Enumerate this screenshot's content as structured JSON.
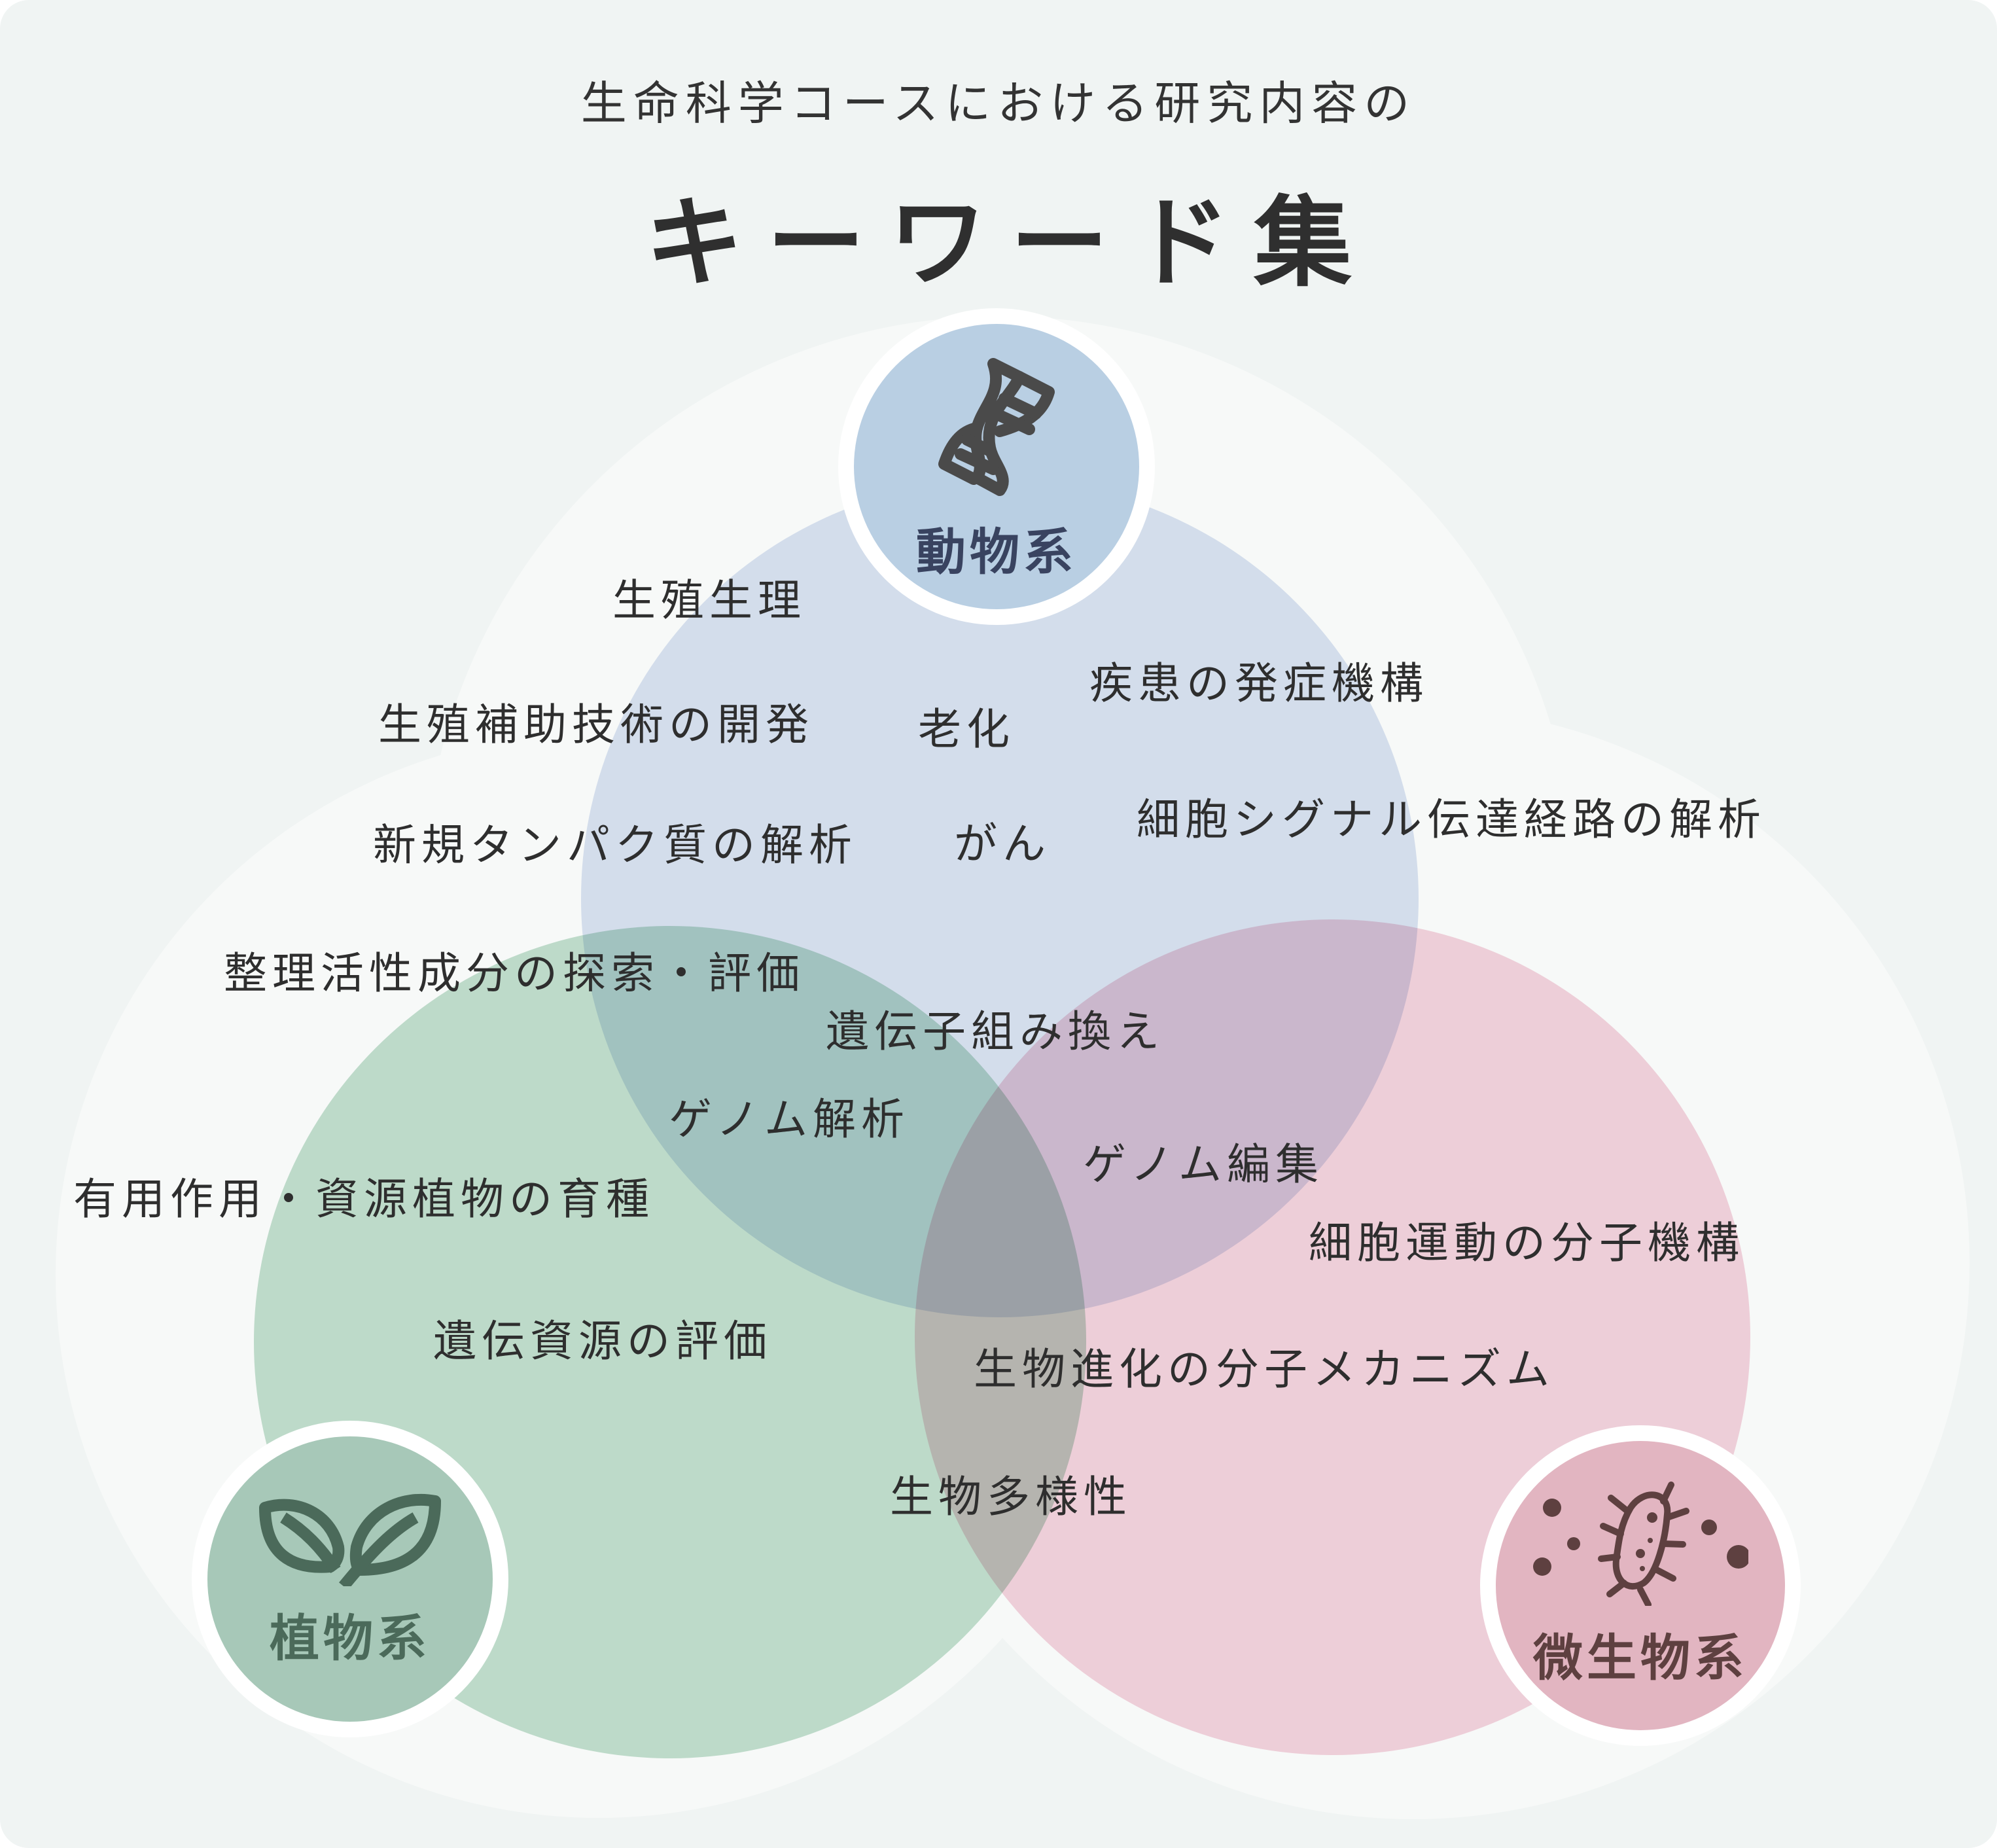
{
  "header": {
    "subtitle": "生命科学コースにおける研究内容の",
    "title": "キーワード集"
  },
  "colors": {
    "background": "#f0f4f3",
    "halo": "#f7f9f8",
    "animal_circle": "#dae3f2",
    "plant_circle": "#c3e0cf",
    "microbe_circle": "#f5d3de",
    "animal_badge": "#b9cfe3",
    "plant_badge": "#a7c8b8",
    "microbe_badge": "#e2b5c1",
    "animal_text": "#394360",
    "plant_text": "#4b6a5a",
    "microbe_text": "#5e4040"
  },
  "categories": {
    "animal": {
      "label": "動物系",
      "icon": "dna-icon"
    },
    "plant": {
      "label": "植物系",
      "icon": "leaves-icon"
    },
    "microbe": {
      "label": "微生物系",
      "icon": "bacteria-icon"
    }
  },
  "keywords": [
    {
      "text": "生殖生理",
      "region": "animal"
    },
    {
      "text": "生殖補助技術の開発",
      "region": "animal"
    },
    {
      "text": "老化",
      "region": "animal"
    },
    {
      "text": "疾患の発症機構",
      "region": "animal"
    },
    {
      "text": "細胞シグナル伝達経路の解析",
      "region": "animal"
    },
    {
      "text": "新規タンパク質の解析",
      "region": "animal"
    },
    {
      "text": "がん",
      "region": "animal"
    },
    {
      "text": "整理活性成分の探索・評価",
      "region": "animal-plant"
    },
    {
      "text": "遺伝子組み換え",
      "region": "all"
    },
    {
      "text": "ゲノム解析",
      "region": "animal-plant"
    },
    {
      "text": "ゲノム編集",
      "region": "animal-microbe"
    },
    {
      "text": "有用作用・資源植物の育種",
      "region": "plant"
    },
    {
      "text": "細胞運動の分子機構",
      "region": "microbe"
    },
    {
      "text": "遺伝資源の評価",
      "region": "plant"
    },
    {
      "text": "生物進化の分子メカニズム",
      "region": "plant-microbe"
    },
    {
      "text": "生物多様性",
      "region": "plant-microbe"
    }
  ]
}
